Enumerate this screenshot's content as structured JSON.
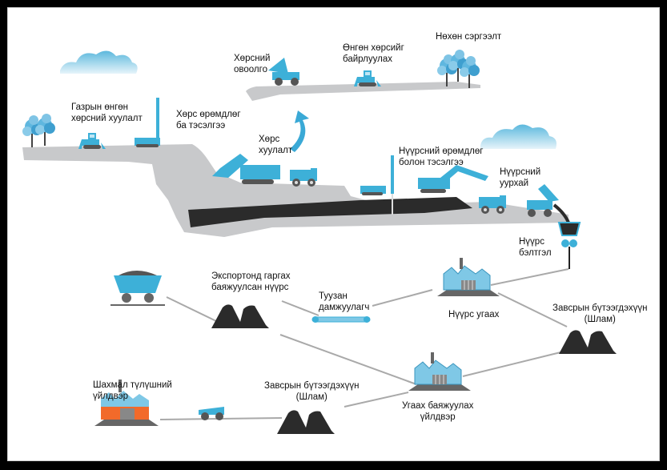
{
  "diagram": {
    "title": "Нүүрсний уурхайн технологийн процесс",
    "colors": {
      "equipment": "#3db0d8",
      "ground": "#c8c9cb",
      "coal": "#2b2b2b",
      "factory": "#7fc8e6",
      "factory_red": "#f26a2a",
      "line": "#a9a9a9",
      "arrow": "#3aa9d6"
    },
    "labels": {
      "topsoil_removal": [
        "Газрын өнгөн",
        "хөрсний хуулалт"
      ],
      "overburden_drilling": [
        "Хөрс өрөмдлөг",
        "ба тэсэлгээ"
      ],
      "overburden_dump": [
        "Хөрсний",
        "овоолго"
      ],
      "topsoil_placement": [
        "Өнгөн хөрсийг",
        "байрлуулах"
      ],
      "rehabilitation": [
        "Нөхөн сэргээлт"
      ],
      "overburden_removal": [
        "Хөрс",
        "хуулалт"
      ],
      "coal_drilling": [
        "Нүүрсний өрөмдлөг",
        "болон тэсэлгээ"
      ],
      "coal_mine": [
        "Нүүрсний",
        "уурхай"
      ],
      "coal_preparation": [
        "Нүүрс",
        "бэлтгэл"
      ],
      "export_coal": [
        "Экспортонд гаргах",
        "баяжуулсан нүүрс"
      ],
      "conveyor": [
        "Туузан",
        "дамжуулагч"
      ],
      "coal_washing": [
        "Нүүрс угаах"
      ],
      "tailings_right": [
        "Завсрын бүтээгдэхүүн",
        "(Шлам)"
      ],
      "briquette_plant": [
        "Шахмал түлүшний",
        "үйлдвэр"
      ],
      "tailings_bottom": [
        "Завсрын бүтээгдэхүүн",
        "(Шлам)"
      ],
      "washing_plant": [
        "Угаах баяжуулах",
        "үйлдвэр"
      ]
    },
    "nodes": [
      {
        "id": "rail-wagon",
        "icon": "rail-wagon-icon"
      },
      {
        "id": "export-pile",
        "icon": "coal-pile-icon"
      },
      {
        "id": "conveyor",
        "icon": "conveyor-belt-icon"
      },
      {
        "id": "washing",
        "icon": "factory-icon"
      },
      {
        "id": "tailings-right",
        "icon": "coal-pile-icon"
      },
      {
        "id": "washing-plant",
        "icon": "factory-icon"
      },
      {
        "id": "tailings-bottom",
        "icon": "coal-pile-icon"
      },
      {
        "id": "truck",
        "icon": "dump-truck-icon"
      },
      {
        "id": "briquette-plant",
        "icon": "factory-icon"
      }
    ]
  }
}
